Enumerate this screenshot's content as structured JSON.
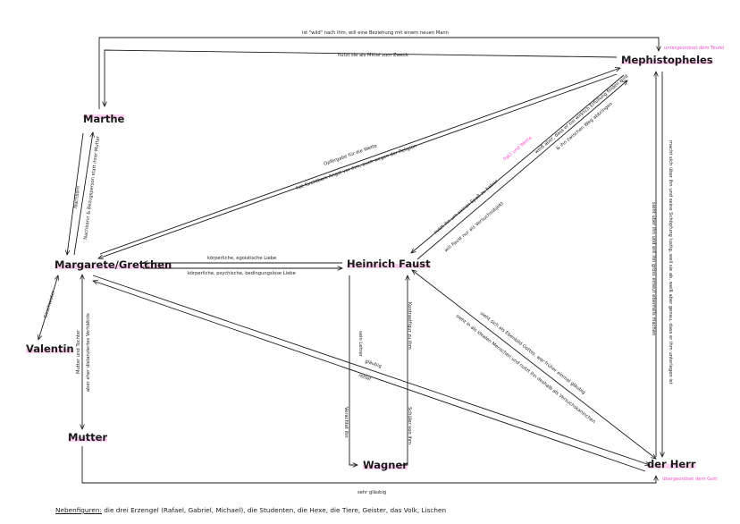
{
  "nodes": {
    "marthe": "Marthe",
    "margarete": "Margarete/Gretchen",
    "valentin": "Valentin",
    "mutter": "Mutter",
    "faust": "Heinrich Faust",
    "wagner": "Wagner",
    "mephistopheles": "Mephistopheles",
    "herr": "der Herr"
  },
  "edges": {
    "top_marthe_meph": "ist \"wild\" nach ihm, will eine Beziehung mit einem neuen Mann",
    "meph_marthe_mittel": "nutzt sie als Mittel zum Zweck",
    "marthe_marg_nachbarn": "Nachbarn",
    "marthe_marg_vertrauen": "Nachbarin & Bezugsperson statt ihrer Mutter",
    "marg_meph_opfer": "Opfergabe für die Wette",
    "marg_meph_angst": "hat fürchtbare Angst vor ihm, auch wegen der Religion",
    "faust_marg_egoist": "körperliche, egoistische Liebe",
    "marg_faust_liebe": "körperliche, psychische, bedingungslose Liebe",
    "marg_valentin": "Geschwister",
    "marg_mutter_tochter": "Mutter und Tochter",
    "marg_mutter_verhaeltnis": "aber eher distanziertes Verhältnis",
    "faust_wagner_lehrer": "sein Lehrer",
    "wagner_faust_kontrast": "Kontrastfigur zu ihm",
    "wagner_faust_verachtung": "Verachtet ihn",
    "faust_wagner_schueler": "Schüler von ihm",
    "meph_faust_pakt": "Pakt und Wette",
    "meph_faust_ueberzeugt": "weiß aber, dass er nie wirklich Erfüllung finden wird",
    "meph_faust_weg": "& ihn zwischen Weg abbringen",
    "faust_meph_spass": "nutzt ihn um seinen Spaß zu haben",
    "faust_meph_versuch": "will Faust nur als Versuchsobjekt",
    "herr_marg_glaeubig": "gläubig",
    "herr_marg_rettet": "rettet",
    "faust_herr_ebenbild": "sieht sich als Ebenbild Gottes, war früher einmal gläubig",
    "herr_faust_ideal": "sieht in als idealen Menschen und nutzt ihn deshalb als Versuchskaninchen",
    "meph_herr_macht": "macht sich über ihn und seine Schöpfung lustig, weil sie ab, weiß aber genau, dass er ihm unterlegen ist",
    "herr_meph_macht": "sieht über ihn und will ihn gross erneut ebenfalls machen",
    "mutter_herr_glaeubig": "sehr gläubig"
  },
  "annotations": {
    "meph": "untergeordnet dem Teufel",
    "herr": "übergeordnet dem Gott"
  },
  "footer": {
    "label": "Nebenfiguren:",
    "text": " die drei Erzengel (Rafael, Gabriel, Michael), die Studenten, die Hexe, die Tiere, Geister, das Volk, Lischen"
  }
}
